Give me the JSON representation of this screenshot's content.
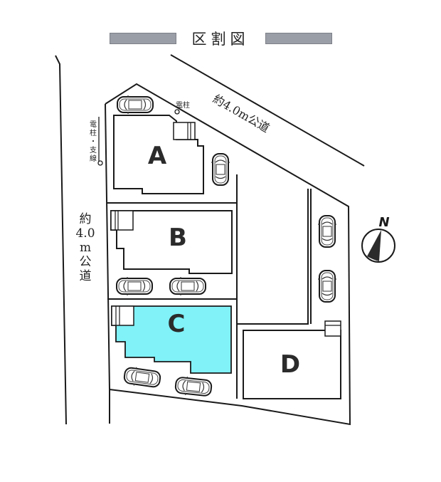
{
  "header": {
    "title": "区割図"
  },
  "roads": {
    "north_road_label": "約4.0m公道",
    "west_road_label_chars": [
      "約",
      "4.0",
      "m",
      "公",
      "道"
    ]
  },
  "annotations": {
    "utility_pole": "電柱",
    "utility_pole_and_guy_wire_chars": [
      "電",
      "柱",
      "・",
      "支",
      "線"
    ]
  },
  "lots": [
    {
      "id": "A",
      "label": "A",
      "fill": "#ffffff"
    },
    {
      "id": "B",
      "label": "B",
      "fill": "#ffffff"
    },
    {
      "id": "C",
      "label": "C",
      "fill": "#80f2f8",
      "highlighted": true
    },
    {
      "id": "D",
      "label": "D",
      "fill": "#ffffff"
    }
  ],
  "compass": {
    "label": "N"
  },
  "colors": {
    "highlight": "#80f2f8",
    "line": "#1a1a1a",
    "title_bar": "#9a9ea6"
  }
}
